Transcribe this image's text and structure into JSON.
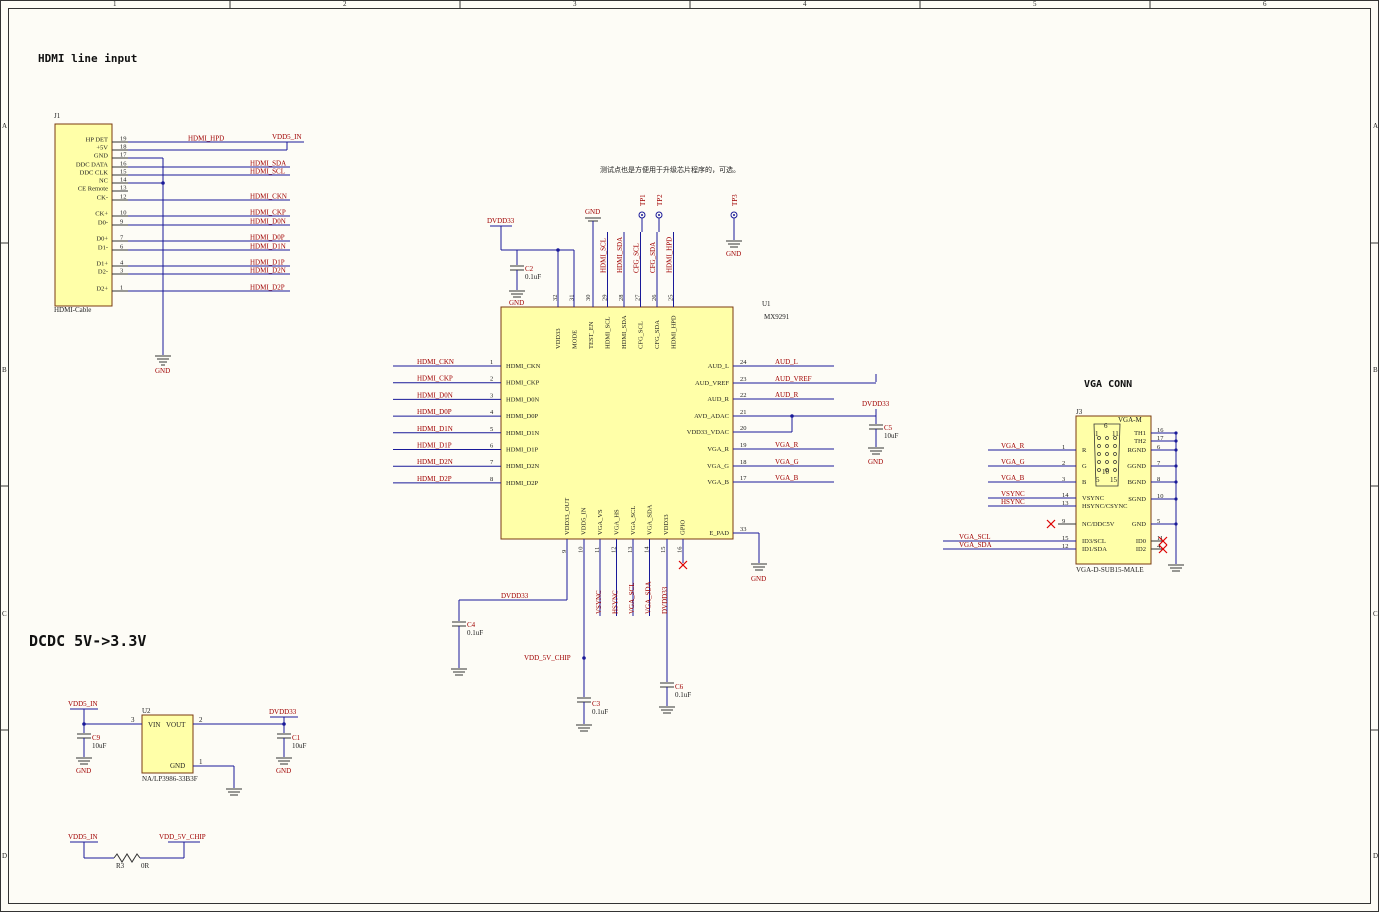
{
  "frame": {
    "cols": [
      "1",
      "2",
      "3",
      "4",
      "5",
      "6"
    ],
    "rows": [
      "A",
      "B",
      "C",
      "D"
    ]
  },
  "titles": {
    "hdmi": "HDMI line input",
    "vga": "VGA CONN",
    "dcdc": "DCDC 5V->3.3V",
    "note": "测试点也是方便用于升级芯片程序的，可选。"
  },
  "j1": {
    "designator": "J1",
    "footprint": "HDMI-Cable",
    "pins": [
      {
        "label": "HP DET",
        "num": "19",
        "net": "HDMI_HPD"
      },
      {
        "label": "+5V",
        "num": "18",
        "net": ""
      },
      {
        "label": "GND",
        "num": "17",
        "net": ""
      },
      {
        "label": "DDC DATA",
        "num": "16",
        "net": "HDMI_SDA"
      },
      {
        "label": "DDC CLK",
        "num": "15",
        "net": "HDMI_SCL"
      },
      {
        "label": "NC",
        "num": "14",
        "net": ""
      },
      {
        "label": "CE Remote",
        "num": "13",
        "net": ""
      },
      {
        "label": "CK-",
        "num": "12",
        "net": "HDMI_CKN"
      },
      {
        "label": "CK+",
        "num": "10",
        "net": "HDMI_CKP"
      },
      {
        "label": "D0-",
        "num": "9",
        "net": "HDMI_D0N"
      },
      {
        "label": "D0+",
        "num": "7",
        "net": "HDMI_D0P"
      },
      {
        "label": "D1-",
        "num": "6",
        "net": "HDMI_D1N"
      },
      {
        "label": "D1+",
        "num": "4",
        "net": "HDMI_D1P"
      },
      {
        "label": "D2-",
        "num": "3",
        "net": "HDMI_D2N"
      },
      {
        "label": "D2+",
        "num": "1",
        "net": "HDMI_D2P"
      }
    ],
    "vdd_label": "VDD5_IN",
    "gnd_label": "GND"
  },
  "u1": {
    "designator": "U1",
    "part": "MX9291",
    "left": [
      {
        "num": "1",
        "name": "HDMI_CKN",
        "net": "HDMI_CKN"
      },
      {
        "num": "2",
        "name": "HDMI_CKP",
        "net": "HDMI_CKP"
      },
      {
        "num": "3",
        "name": "HDMI_D0N",
        "net": "HDMI_D0N"
      },
      {
        "num": "4",
        "name": "HDMI_D0P",
        "net": "HDMI_D0P"
      },
      {
        "num": "5",
        "name": "HDMI_D1N",
        "net": "HDMI_D1N"
      },
      {
        "num": "6",
        "name": "HDMI_D1P",
        "net": "HDMI_D1P"
      },
      {
        "num": "7",
        "name": "HDMI_D2N",
        "net": "HDMI_D2N"
      },
      {
        "num": "8",
        "name": "HDMI_D2P",
        "net": "HDMI_D2P"
      }
    ],
    "right": [
      {
        "num": "24",
        "name": "AUD_L",
        "net": "AUD_L"
      },
      {
        "num": "23",
        "name": "AUD_VREF",
        "net": "AUD_VREF"
      },
      {
        "num": "22",
        "name": "AUD_R",
        "net": "AUD_R"
      },
      {
        "num": "21",
        "name": "AVD_ADAC",
        "net": ""
      },
      {
        "num": "20",
        "name": "VDD33_VDAC",
        "net": ""
      },
      {
        "num": "19",
        "name": "VGA_R",
        "net": "VGA_R"
      },
      {
        "num": "18",
        "name": "VGA_G",
        "net": "VGA_G"
      },
      {
        "num": "17",
        "name": "VGA_B",
        "net": "VGA_B"
      },
      {
        "num": "33",
        "name": "E_PAD",
        "net": ""
      }
    ],
    "top": [
      {
        "num": "32",
        "name": "VDD33",
        "net": ""
      },
      {
        "num": "31",
        "name": "MODE",
        "net": ""
      },
      {
        "num": "30",
        "name": "TEST_EN",
        "net": ""
      },
      {
        "num": "29",
        "name": "HDMI_SCL",
        "net": "HDMI_SCL"
      },
      {
        "num": "28",
        "name": "HDMI_SDA",
        "net": "HDMI_SDA"
      },
      {
        "num": "27",
        "name": "CFG_SCL",
        "net": "CFG_SCL"
      },
      {
        "num": "26",
        "name": "CFG_SDA",
        "net": "CFG_SDA"
      },
      {
        "num": "25",
        "name": "HDMI_HPD",
        "net": "HDMI_HPD"
      }
    ],
    "bottom": [
      {
        "num": "9",
        "name": "VDD33_OUT",
        "net": ""
      },
      {
        "num": "10",
        "name": "VDD5_IN",
        "net": ""
      },
      {
        "num": "11",
        "name": "VGA_VS",
        "net": "VSYNC"
      },
      {
        "num": "12",
        "name": "VGA_HS",
        "net": "HSYNC"
      },
      {
        "num": "13",
        "name": "VGA_SCL",
        "net": "VGA_SCL"
      },
      {
        "num": "14",
        "name": "VGA_SDA",
        "net": "VGA_SDA"
      },
      {
        "num": "15",
        "name": "VDD33",
        "net": "DVDD33"
      },
      {
        "num": "16",
        "name": "GPIO",
        "net": ""
      }
    ]
  },
  "u1_nets": {
    "dvdd33": "DVDD33",
    "vdd5chip": "VDD_5V_CHIP",
    "gnd": "GND"
  },
  "caps": {
    "c2": {
      "ref": "C2",
      "val": "0.1uF"
    },
    "c5": {
      "ref": "C5",
      "val": "10uF"
    },
    "c4": {
      "ref": "C4",
      "val": "0.1uF"
    },
    "c3": {
      "ref": "C3",
      "val": "0.1uF"
    },
    "c6": {
      "ref": "C6",
      "val": "0.1uF"
    },
    "c9": {
      "ref": "C9",
      "val": "10uF"
    },
    "c1": {
      "ref": "C1",
      "val": "10uF"
    }
  },
  "testpoints": [
    "TP1",
    "TP2",
    "TP3"
  ],
  "j3": {
    "designator": "J3",
    "header": "VGA-M",
    "part": "VGA-D-SUB15-MALE",
    "left": [
      {
        "num": "1",
        "label": "R",
        "net": "VGA_R"
      },
      {
        "num": "2",
        "label": "G",
        "net": "VGA_G"
      },
      {
        "num": "3",
        "label": "B",
        "net": "VGA_B"
      },
      {
        "num": "14",
        "label": "VSYNC",
        "net": "VSYNC"
      },
      {
        "num": "13",
        "label": "HSYNC/CSYNC",
        "net": "HSYNC"
      },
      {
        "num": "9",
        "label": "NC/DDC5V",
        "net": ""
      },
      {
        "num": "15",
        "label": "ID3/SCL",
        "net": "VGA_SCL"
      },
      {
        "num": "12",
        "label": "ID1/SDA",
        "net": "VGA_SDA"
      }
    ],
    "right": [
      {
        "num": "16",
        "label": "TH1"
      },
      {
        "num": "17",
        "label": "TH2"
      },
      {
        "num": "6",
        "label": "RGND"
      },
      {
        "num": "7",
        "label": "GGND"
      },
      {
        "num": "8",
        "label": "BGND"
      },
      {
        "num": "10",
        "label": "SGND"
      },
      {
        "num": "5",
        "label": "GND"
      },
      {
        "num": "11",
        "label": "ID0"
      },
      {
        "num": "4",
        "label": "ID2"
      }
    ],
    "pinmap": [
      "6",
      "1",
      "11",
      "10",
      "5",
      "15"
    ]
  },
  "u2": {
    "designator": "U2",
    "part": "NA/LP3986-33B3F",
    "vin": "VIN",
    "vout": "VOUT",
    "gnd": "GND",
    "pin_vin": "3",
    "pin_vout": "2",
    "pin_gnd": "1"
  },
  "dcdc_nets": {
    "in": "VDD5_IN",
    "out": "DVDD33",
    "gnd": "GND"
  },
  "r3": {
    "ref": "R3",
    "val": "0R",
    "left": "VDD5_IN",
    "right": "VDD_5V_CHIP"
  }
}
